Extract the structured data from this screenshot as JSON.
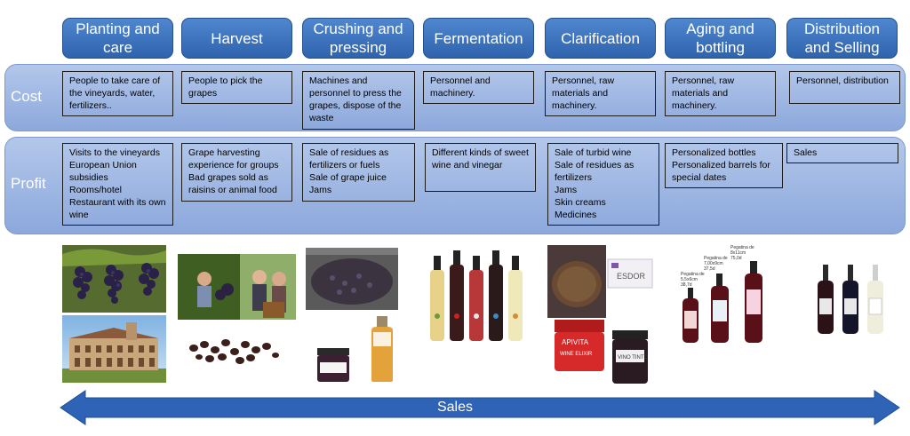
{
  "stages": [
    "Planting and care",
    "Harvest",
    "Crushing and pressing",
    "Fermentation",
    "Clarification",
    "Aging and bottling",
    "Distribution and Selling"
  ],
  "rows": {
    "cost_label": "Cost",
    "profit_label": "Profit"
  },
  "cost": [
    "People to take care of the vineyards, water, fertilizers..",
    "People to pick the grapes",
    "Machines and personnel to press the grapes, dispose of the waste",
    "Personnel and machinery.",
    "Personnel, raw materials and machinery.",
    "Personnel, raw materials and machinery.",
    "Personnel, distribution"
  ],
  "profit": [
    "Visits to the vineyards\nEuropean Union subsidies\nRooms/hotel\nRestaurant with its own wine",
    "Grape harvesting experience for groups\nBad grapes sold as raisins or animal food",
    "Sale of residues as fertilizers or fuels\nSale of grape juice\nJams",
    "Different kinds of sweet wine and vinegar",
    "Sale of turbid wine\nSale of residues as fertilizers\nJams\nSkin creams\nMedicines",
    "Personalized bottles\nPersonalized barrels for special dates",
    "Sales"
  ],
  "photo_text": {
    "cream_brand": "APIVITA",
    "cream_name": "WINE ELIXIR",
    "box_brand": "ESDOR",
    "jar_label": "VINO TINTO",
    "sticker_1": "Pegatina de\n5,5 x 6cm\n38,7d",
    "sticker_2": "Pegatina de\n7,00x9cm\n37,5d",
    "sticker_3": "Pegatina de\n8x11cm\n75,0d"
  },
  "arrow_label": "Sales",
  "colors": {
    "stage_fill": "#3a6fbb",
    "band_fill": "#9fb7e3",
    "arrow_fill": "#2e63b5"
  }
}
